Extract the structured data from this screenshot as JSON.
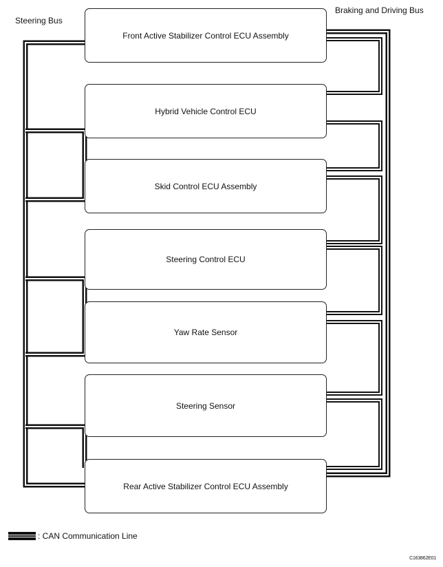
{
  "labels": {
    "steering_bus": "Steering Bus",
    "braking_bus": "Braking and Driving Bus"
  },
  "ecus": [
    "Front Active Stabilizer Control ECU Assembly",
    "Hybrid Vehicle Control ECU",
    "Skid Control ECU Assembly",
    "Steering Control ECU",
    "Yaw Rate Sensor",
    "Steering Sensor",
    "Rear Active Stabilizer Control ECU Assembly"
  ],
  "legend": {
    "text": ": CAN Communication Line"
  },
  "figure_code": "C163862E01",
  "colors": {
    "line": "#111111",
    "background": "#ffffff"
  }
}
